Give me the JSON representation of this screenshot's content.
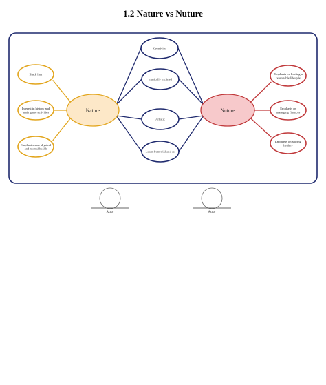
{
  "title": "1.2 Nature vs Nuture",
  "colors": {
    "frame": "#1f2a6e",
    "nature_stroke": "#e2a51c",
    "nature_fill": "#fde8c8",
    "nuture_stroke": "#c0393b",
    "nuture_fill": "#f7c9cb",
    "shared_stroke": "#1f2a6e",
    "actor_stroke": "#666666"
  },
  "nature": {
    "label": "Nature",
    "traits": [
      {
        "lines": [
          "Black hair"
        ]
      },
      {
        "lines": [
          "Interest in history and",
          "brain game activities"
        ]
      },
      {
        "lines": [
          "Emphasizes on physical",
          "and mental health"
        ]
      }
    ]
  },
  "nuture": {
    "label": "Nuture",
    "traits": [
      {
        "lines": [
          "Emphasis on leading a",
          "reasonable lifestyle"
        ]
      },
      {
        "lines": [
          "Emphasis on",
          "managing finances"
        ]
      },
      {
        "lines": [
          "Emphasis on staying",
          "healthy"
        ]
      }
    ]
  },
  "shared": [
    {
      "lines": [
        "Creativity"
      ]
    },
    {
      "lines": [
        "musically inclined"
      ]
    },
    {
      "lines": [
        "Artistic"
      ]
    },
    {
      "lines": [
        "Learn from trial and er."
      ]
    }
  ],
  "actors": [
    {
      "label": "Actor"
    },
    {
      "label": "Actor"
    }
  ]
}
